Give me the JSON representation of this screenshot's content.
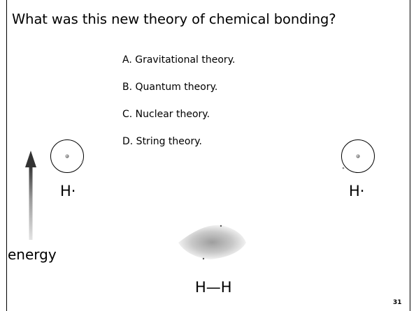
{
  "slide": {
    "question": "What was this new theory of chemical bonding?",
    "options": [
      "A. Gravitational theory.",
      "B. Quantum theory.",
      "C. Nuclear theory.",
      "D. String theory."
    ],
    "left_atom_label": "H·",
    "right_atom_label": "H·",
    "energy_label": "energy",
    "molecule_label": "H—H",
    "page_number": "31"
  }
}
